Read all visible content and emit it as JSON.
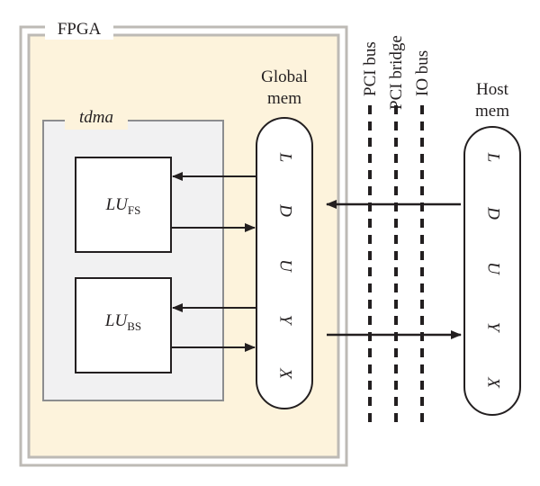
{
  "fpga": {
    "label": "FPGA"
  },
  "tdma": {
    "label": "tdma"
  },
  "global_mem": {
    "line1": "Global",
    "line2": "mem",
    "letters": [
      "L",
      "D",
      "U",
      "Y",
      "X"
    ]
  },
  "host_mem": {
    "line1": "Host",
    "line2": "mem",
    "letters": [
      "L",
      "D",
      "U",
      "Y",
      "X"
    ]
  },
  "lu_fs": {
    "main": "LU",
    "sub": "FS"
  },
  "lu_bs": {
    "main": "LU",
    "sub": "BS"
  },
  "buses": [
    "PCI bus",
    "PCI bridge",
    "IO bus"
  ],
  "colors": {
    "fpga_fill": "#fdf3dc",
    "fpga_border": "#bdbab5",
    "tdma_fill": "#f1f1f2",
    "tdma_border": "#8c8d8f",
    "ink": "#231f20"
  }
}
